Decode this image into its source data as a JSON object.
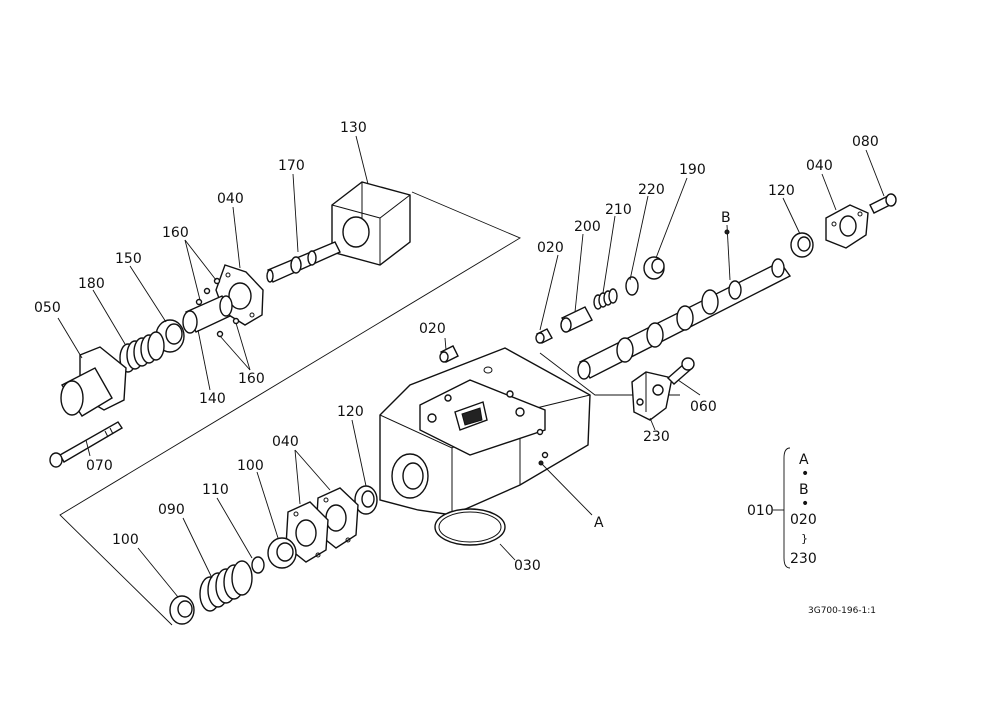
{
  "callouts": {
    "c130": "130",
    "c170": "170",
    "c040a": "040",
    "c160a": "160",
    "c150": "150",
    "c180": "180",
    "c050": "050",
    "c140": "140",
    "c160b": "160",
    "c070": "070",
    "c020a": "020",
    "c200": "200",
    "c210": "210",
    "c220": "220",
    "c190": "190",
    "cB": "B",
    "c120a": "120",
    "c040b": "040",
    "c080": "080",
    "c020b": "020",
    "c060": "060",
    "c230": "230",
    "cA": "A",
    "c120b": "120",
    "c040c": "040",
    "c100a": "100",
    "c110": "110",
    "c090": "090",
    "c100b": "100",
    "c030": "030"
  },
  "assembly_legend": {
    "parent": "010",
    "members": [
      "A",
      "•",
      "B",
      "•",
      "020",
      "}",
      "230"
    ]
  },
  "drawing_ref": "3G700-196-1:1",
  "colors": {
    "ink": "#111111",
    "paper": "#ffffff"
  }
}
